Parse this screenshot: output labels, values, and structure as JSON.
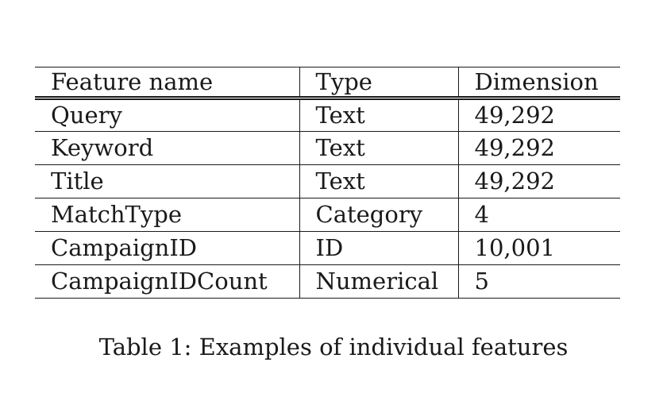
{
  "table": {
    "headers": [
      "Feature name",
      "Type",
      "Dimension"
    ],
    "rows": [
      [
        "Query",
        "Text",
        "49,292"
      ],
      [
        "Keyword",
        "Text",
        "49,292"
      ],
      [
        "Title",
        "Text",
        "49,292"
      ],
      [
        "MatchType",
        "Category",
        "4"
      ],
      [
        "CampaignID",
        "ID",
        "10,001"
      ],
      [
        "CampaignIDCount",
        "Numerical",
        "5"
      ]
    ]
  },
  "caption": "Table 1:  Examples of individual features"
}
